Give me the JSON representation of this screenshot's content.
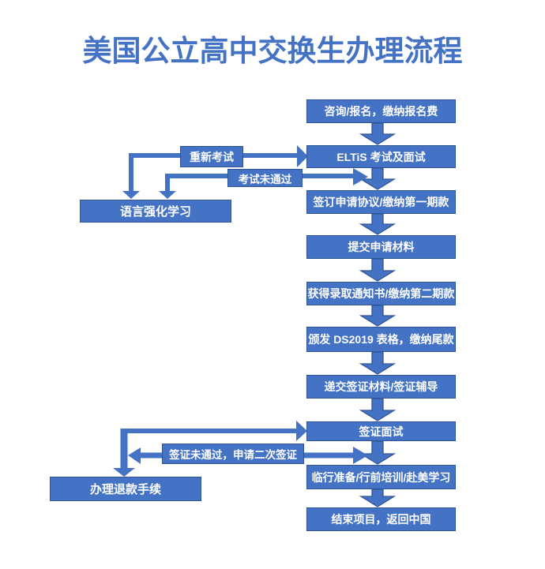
{
  "title": "美国公立高中交换生办理流程",
  "flow": {
    "steps": [
      "咨询/报名，缴纳报名费",
      "ELTiS 考试及面试",
      "签订申请协议/缴纳第一期款",
      "提交申请材料",
      "获得录取通知书/缴纳第二期款",
      "颁发 DS2019 表格，缴纳尾款",
      "递交签证材料/签证辅导",
      "签证面试",
      "临行准备/行前培训/赴美学习",
      "结束项目，返回中国"
    ]
  },
  "branches": {
    "exam_retake_label": "重新考试",
    "exam_fail_label": "考试未通过",
    "language_study": "语言强化学习",
    "visa_fail_label": "签证未通过，申请二次签证",
    "refund": "办理退款手续"
  },
  "colors": {
    "shape_fill": "#4472C4",
    "shape_border": "#2F5597",
    "shape_text": "#FFFFFF",
    "title_text": "#4472C4",
    "background": "#FFFFFF"
  }
}
